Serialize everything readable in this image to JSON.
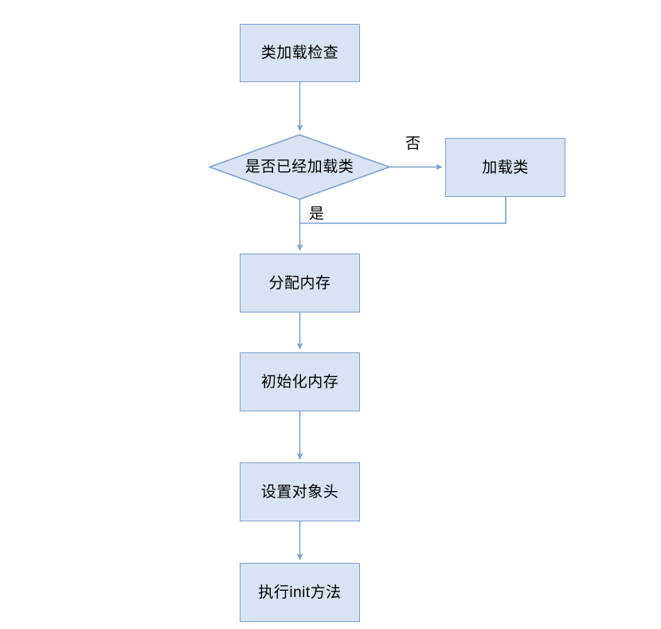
{
  "diagram": {
    "title": "",
    "background_color": "#ffffff",
    "node_fill": "#dae3f3",
    "node_border": "#7f9fcd",
    "edge_color": "#7f9fcd",
    "text_color": "#000000",
    "nodes": [
      {
        "id": "class-load-check",
        "label": "类加载检查",
        "shape": "rect"
      },
      {
        "id": "is-class-loaded",
        "label": "是否已经加载类",
        "shape": "diamond"
      },
      {
        "id": "load-class",
        "label": "加载类",
        "shape": "rect"
      },
      {
        "id": "allocate-memory",
        "label": "分配内存",
        "shape": "rect"
      },
      {
        "id": "init-memory",
        "label": "初始化内存",
        "shape": "rect"
      },
      {
        "id": "set-object-header",
        "label": "设置对象头",
        "shape": "rect"
      },
      {
        "id": "execute-init-method",
        "label": "执行init方法",
        "shape": "rect"
      }
    ],
    "edge_labels": {
      "no": "否",
      "yes": "是"
    }
  }
}
